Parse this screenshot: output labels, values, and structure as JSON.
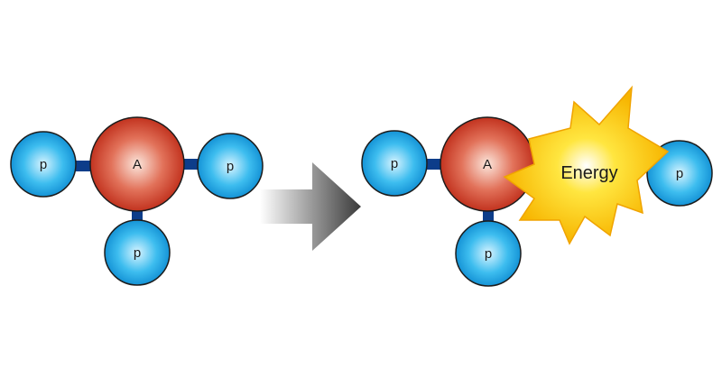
{
  "diagram": {
    "before": {
      "center_label": "A",
      "phosphate_left": "p",
      "phosphate_right": "p",
      "phosphate_bottom": "p"
    },
    "after": {
      "center_label": "A",
      "phosphate_left": "p",
      "phosphate_bottom": "p",
      "phosphate_released": "p",
      "burst_label": "Energy"
    }
  },
  "colors": {
    "bond": "#0d3d8a",
    "phosphate_light": "#d9f4ff",
    "phosphate_mid": "#3dbdef",
    "phosphate_dark": "#1593d6",
    "outline": "#1c1c1c",
    "center_light": "#fbe6dc",
    "center_mid": "#e2725a",
    "center_dark": "#c2331f",
    "burst_inner": "#ffffff",
    "burst_mid": "#ffe640",
    "burst_outer": "#f7b500",
    "arrow_light": "#ffffff",
    "arrow_dark": "#3a3a3a"
  }
}
